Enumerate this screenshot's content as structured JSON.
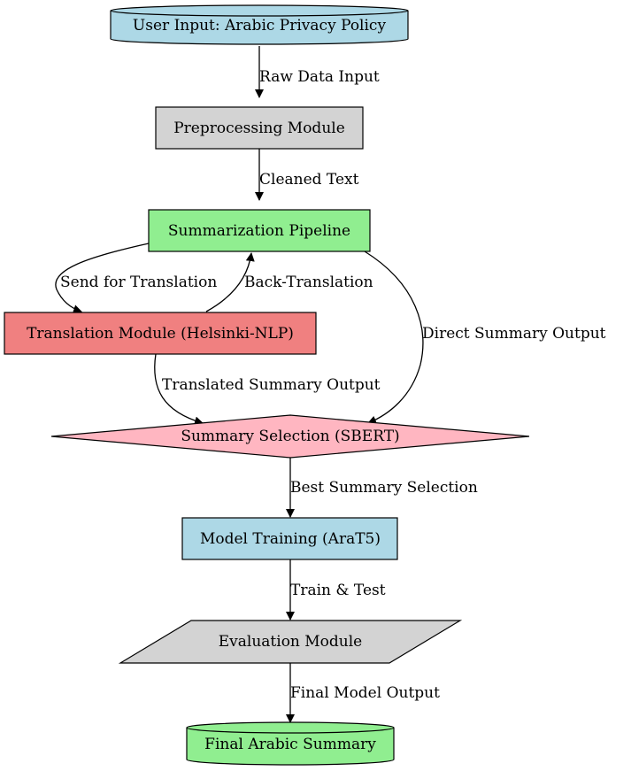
{
  "colors": {
    "light_blue": "#add8e6",
    "light_gray": "#d3d3d3",
    "light_green": "#90ee90",
    "light_coral": "#f08080",
    "light_pink": "#ffb6c1"
  },
  "nodes": {
    "user_input": "User Input: Arabic Privacy Policy",
    "preprocessing": "Preprocessing Module",
    "summarization": "Summarization Pipeline",
    "translation": "Translation Module (Helsinki-NLP)",
    "selection": "Summary Selection (SBERT)",
    "training": "Model Training (AraT5)",
    "evaluation": "Evaluation Module",
    "final": "Final Arabic Summary"
  },
  "edges": {
    "raw_data": "Raw Data Input",
    "cleaned_text": "Cleaned Text",
    "send_translation": "Send for Translation",
    "back_translation": "Back-Translation",
    "direct_summary": "Direct Summary Output",
    "translated_summary": "Translated Summary Output",
    "best_summary": "Best Summary Selection",
    "train_test": "Train & Test",
    "final_output": "Final Model Output"
  }
}
